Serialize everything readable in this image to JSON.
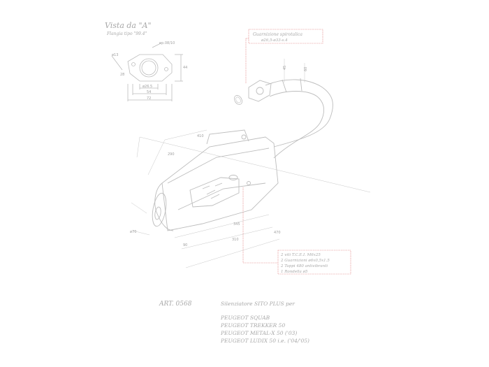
{
  "view": {
    "title": "Vista da \"A\"",
    "subtitle": "Flangia tipo \"99.4\"",
    "dims": [
      "ep.08/10",
      "ø26.5",
      "54",
      "72",
      "ø13",
      "44",
      "28"
    ]
  },
  "callout_gasket": {
    "line1": "Guarnizione spirotalica",
    "line2": "ø26,5-ø33-s.4"
  },
  "callout_parts": {
    "items": [
      "2 viti T.C.E.I. M6x25",
      "2 Guarnizioni ø6x0,5x1.5",
      "2 Tappi 480 antivibranti",
      "1 Rondella ø5"
    ]
  },
  "dimensions": [
    "45",
    "60",
    "410",
    "290",
    "345",
    "310",
    "470",
    "90",
    "ø70"
  ],
  "title_block": {
    "art": "ART. 0568",
    "description": "Silenziatore SITO PLUS per",
    "models": [
      "PEUGEOT SQUAB",
      "PEUGEOT TREKKER 50",
      "PEUGEOT METAL-X 50 ('03)",
      "PEUGEOT LUDIX 50 i.e. ('04/'05)"
    ]
  },
  "colors": {
    "line": "#bdbdbd",
    "text": "#a8a8a8",
    "callout_red": "#e07a7a"
  }
}
